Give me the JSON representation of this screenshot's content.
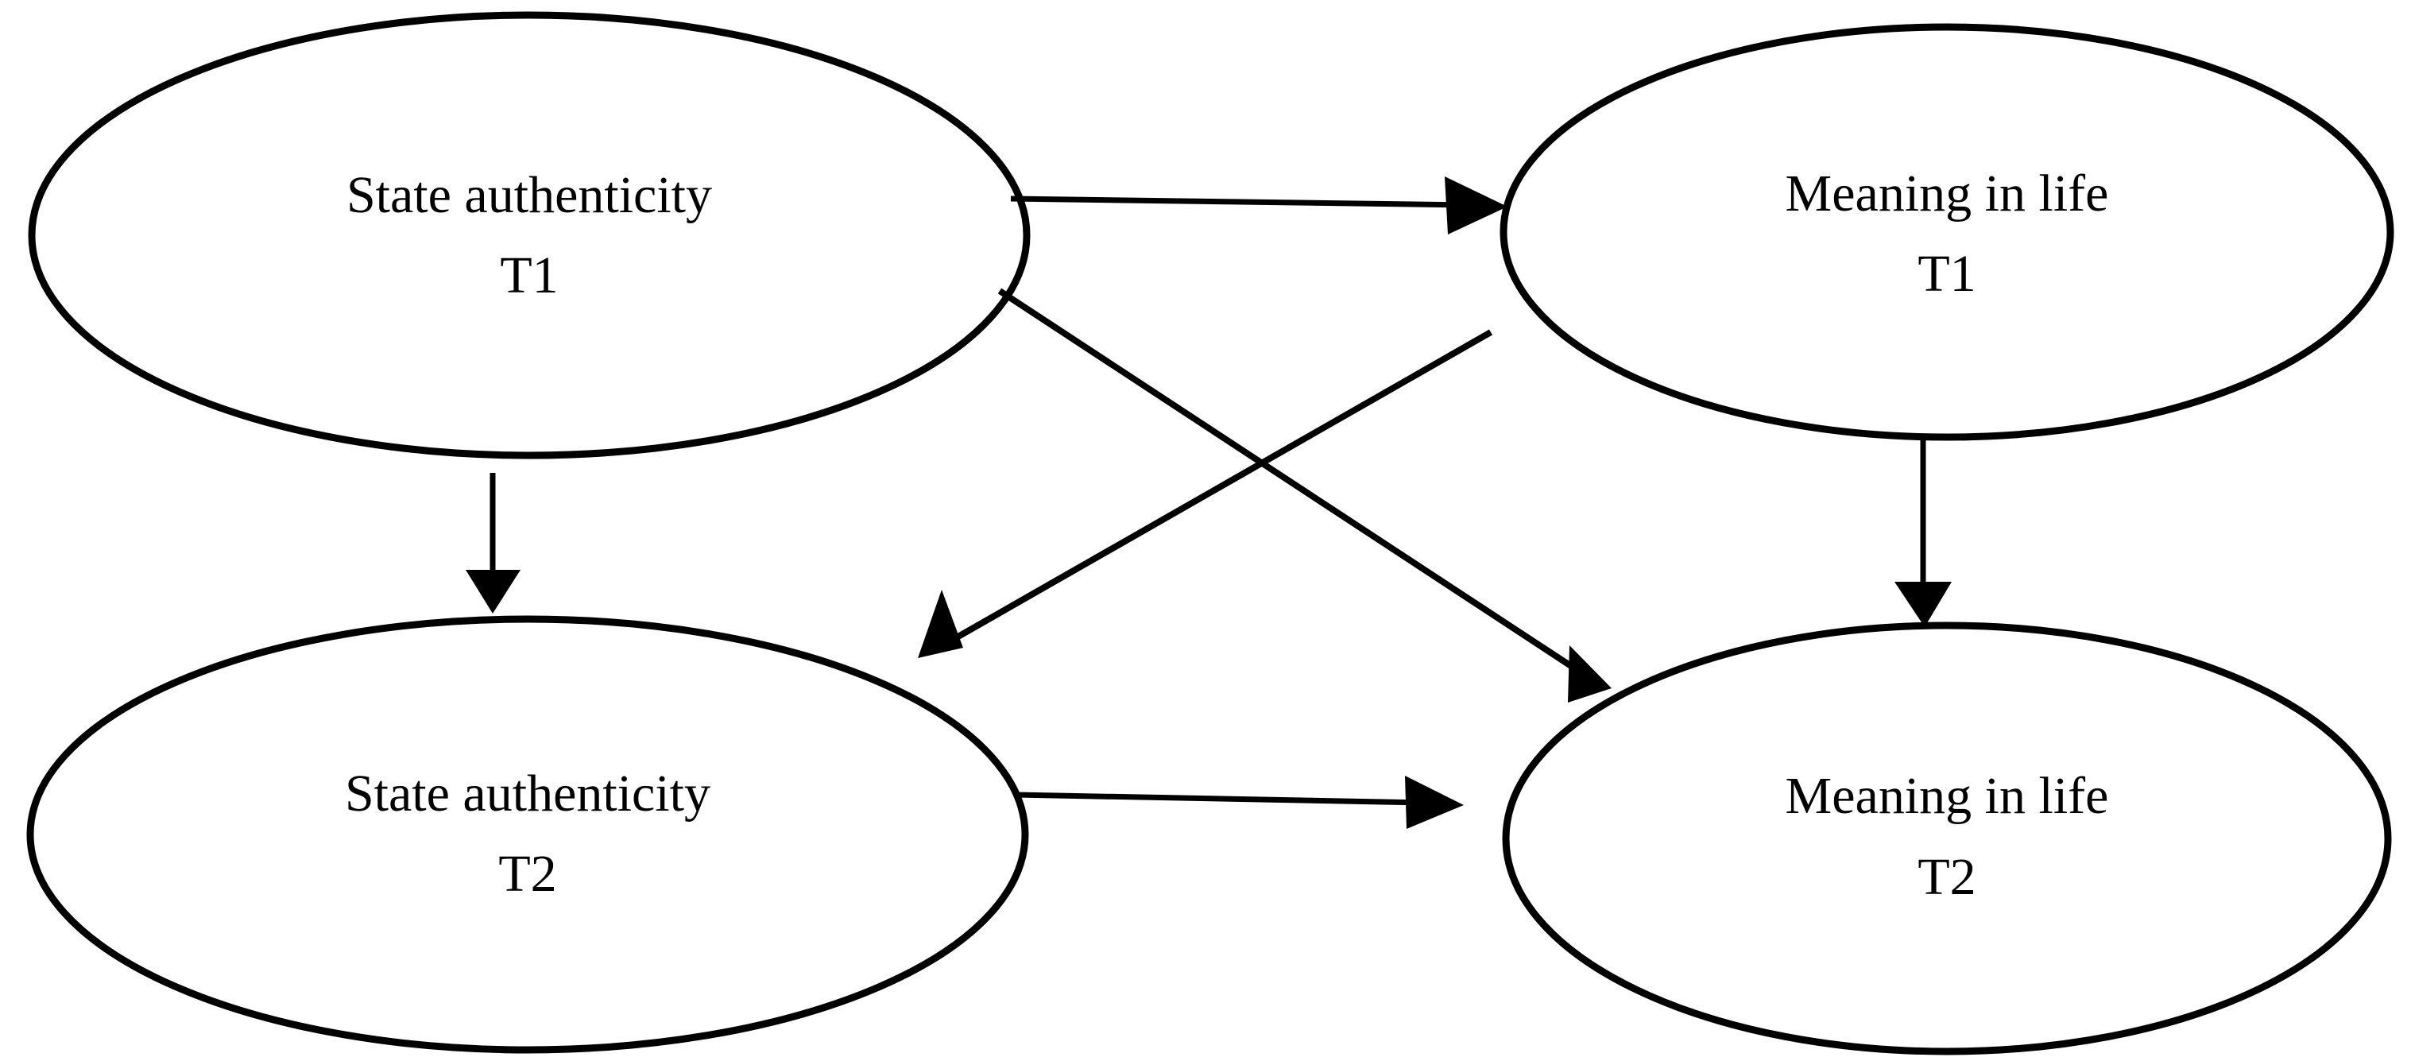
{
  "diagram": {
    "type": "cross-lagged-panel-model",
    "background_color": "#ffffff",
    "line_color": "#000000",
    "nodes": [
      {
        "id": "state-authenticity-t1",
        "label": "State authenticity",
        "wave": "T1",
        "position": "top-left"
      },
      {
        "id": "meaning-in-life-t1",
        "label": "Meaning in life",
        "wave": "T1",
        "position": "top-right"
      },
      {
        "id": "state-authenticity-t2",
        "label": "State authenticity",
        "wave": "T2",
        "position": "bottom-left"
      },
      {
        "id": "meaning-in-life-t2",
        "label": "Meaning in life",
        "wave": "T2",
        "position": "bottom-right"
      }
    ],
    "edges": [
      {
        "id": "sa-t1-to-mil-t1",
        "from": "state-authenticity-t1",
        "to": "meaning-in-life-t1",
        "kind": "cross-sectional",
        "orientation": "horizontal-top"
      },
      {
        "id": "sa-t1-to-sa-t2",
        "from": "state-authenticity-t1",
        "to": "state-authenticity-t2",
        "kind": "autoregressive",
        "orientation": "vertical-left"
      },
      {
        "id": "mil-t1-to-mil-t2",
        "from": "meaning-in-life-t1",
        "to": "meaning-in-life-t2",
        "kind": "autoregressive",
        "orientation": "vertical-right"
      },
      {
        "id": "sa-t1-to-mil-t2",
        "from": "state-authenticity-t1",
        "to": "meaning-in-life-t2",
        "kind": "cross-lagged",
        "orientation": "diagonal-down-right"
      },
      {
        "id": "mil-t1-to-sa-t2",
        "from": "meaning-in-life-t1",
        "to": "state-authenticity-t2",
        "kind": "cross-lagged",
        "orientation": "diagonal-down-left"
      },
      {
        "id": "sa-t2-to-mil-t2",
        "from": "state-authenticity-t2",
        "to": "meaning-in-life-t2",
        "kind": "cross-sectional",
        "orientation": "horizontal-bottom"
      }
    ]
  }
}
